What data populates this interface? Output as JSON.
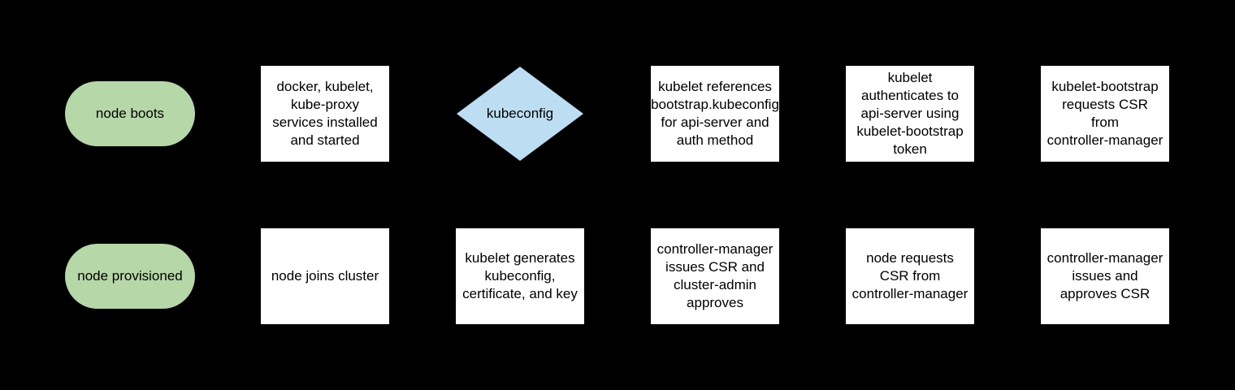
{
  "colors": {
    "background": "#000000",
    "stadium_fill": "#b6d7a8",
    "diamond_fill": "#bdddf2",
    "rect_fill": "#ffffff",
    "text": "#000000"
  },
  "diagram": {
    "description_labels": [],
    "nodes": [
      {
        "id": "node-boots",
        "shape": "stadium",
        "row": 0,
        "col": 0,
        "label": "node boots"
      },
      {
        "id": "services-installed",
        "shape": "rect",
        "row": 0,
        "col": 1,
        "label": "docker, kubelet,\nkube-proxy\nservices installed\nand started"
      },
      {
        "id": "kubeconfig-decision",
        "shape": "diamond",
        "row": 0,
        "col": 2,
        "label": "kubeconfig"
      },
      {
        "id": "kubelet-references",
        "shape": "rect",
        "row": 0,
        "col": 3,
        "label": "kubelet references\nbootstrap.kubeconfig\nfor api-server and\nauth method"
      },
      {
        "id": "kubelet-authenticates",
        "shape": "rect",
        "row": 0,
        "col": 4,
        "label": "kubelet\nauthenticates to\napi-server using\nkubelet-bootstrap\ntoken"
      },
      {
        "id": "bootstrap-requests-csr",
        "shape": "rect",
        "row": 0,
        "col": 5,
        "label": "kubelet-bootstrap\nrequests CSR\nfrom\ncontroller-manager"
      },
      {
        "id": "node-provisioned",
        "shape": "stadium",
        "row": 1,
        "col": 0,
        "label": "node provisioned"
      },
      {
        "id": "node-joins-cluster",
        "shape": "rect",
        "row": 1,
        "col": 1,
        "label": "node joins cluster"
      },
      {
        "id": "kubelet-generates",
        "shape": "rect",
        "row": 1,
        "col": 2,
        "label": "kubelet generates\nkubeconfig,\ncertificate, and key"
      },
      {
        "id": "cm-issues-admin-approves",
        "shape": "rect",
        "row": 1,
        "col": 3,
        "label": "controller-manager\nissues CSR and\ncluster-admin\napproves"
      },
      {
        "id": "node-requests-csr",
        "shape": "rect",
        "row": 1,
        "col": 4,
        "label": "node requests\nCSR from\ncontroller-manager"
      },
      {
        "id": "cm-issues-approves-csr",
        "shape": "rect",
        "row": 1,
        "col": 5,
        "label": "controller-manager\nissues and\napproves CSR"
      }
    ]
  }
}
